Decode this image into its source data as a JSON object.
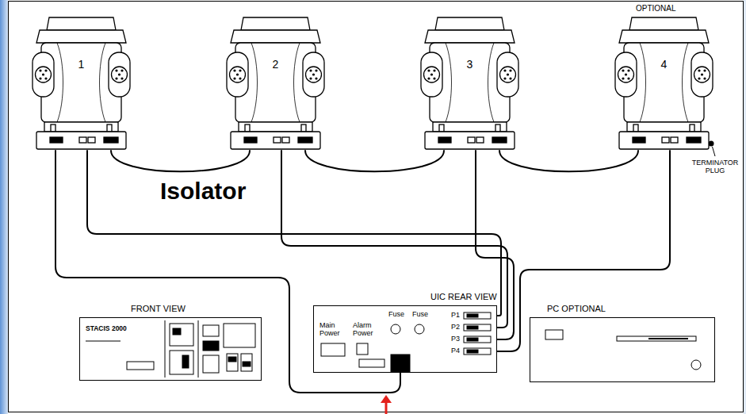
{
  "diagram": {
    "nodes": [
      {
        "text": [
          "1"
        ]
      },
      {
        "text": [
          "2"
        ]
      },
      {
        "text": [
          "3"
        ]
      },
      {
        "text": [
          "4"
        ]
      },
      {
        "text": [
          "FRONT VIEW"
        ]
      },
      {
        "text": [
          "UIC REAR VIEW"
        ]
      },
      {
        "text": [
          "PC OPTIONAL"
        ]
      }
    ],
    "edges": [
      {
        "from": 0,
        "to": 1,
        "arrow": "none"
      },
      {
        "from": 1,
        "to": 2,
        "arrow": "none"
      },
      {
        "from": 2,
        "to": 3,
        "arrow": "none"
      },
      {
        "from": 0,
        "to": 5,
        "arrow": "none"
      },
      {
        "from": 1,
        "to": 5,
        "arrow": "none"
      },
      {
        "from": 2,
        "to": 5,
        "arrow": "none"
      },
      {
        "from": 3,
        "to": 5,
        "arrow": "none"
      },
      {
        "from": 0,
        "to": 5,
        "arrow": "none"
      }
    ],
    "labels": [
      "OPTIONAL",
      "Isolator",
      "TERMINATOR PLUG",
      "STACIS 2000",
      "Fuse",
      "Fuse",
      "Main Power",
      "Alarm Power",
      "P1",
      "P2",
      "P3",
      "P4"
    ]
  }
}
